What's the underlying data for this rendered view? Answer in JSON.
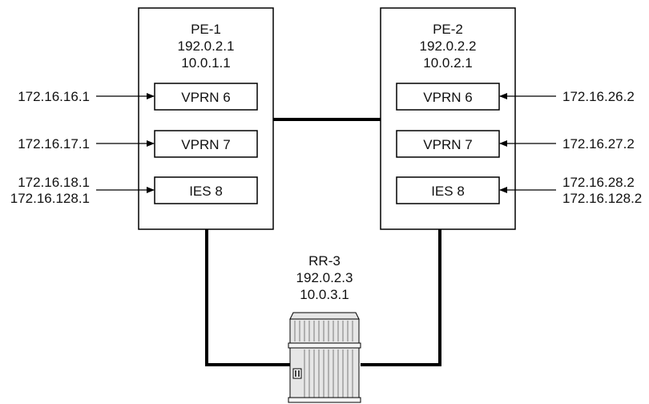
{
  "pe1": {
    "name": "PE-1",
    "system_ip": "192.0.2.1",
    "interface_ip": "10.0.1.1",
    "services": [
      {
        "label": "VPRN 6",
        "addresses": [
          "172.16.16.1"
        ]
      },
      {
        "label": "VPRN 7",
        "addresses": [
          "172.16.17.1"
        ]
      },
      {
        "label": "IES 8",
        "addresses": [
          "172.16.18.1",
          "172.16.128.1"
        ]
      }
    ]
  },
  "pe2": {
    "name": "PE-2",
    "system_ip": "192.0.2.2",
    "interface_ip": "10.0.2.1",
    "services": [
      {
        "label": "VPRN 6",
        "addresses": [
          "172.16.26.2"
        ]
      },
      {
        "label": "VPRN 7",
        "addresses": [
          "172.16.27.2"
        ]
      },
      {
        "label": "IES 8",
        "addresses": [
          "172.16.28.2",
          "172.16.128.2"
        ]
      }
    ]
  },
  "rr3": {
    "name": "RR-3",
    "system_ip": "192.0.2.3",
    "interface_ip": "10.0.3.1",
    "icon": "router-icon"
  },
  "colors": {
    "line": "#000000",
    "box_fill": "#ffffff",
    "router_body": "#e6e6e6",
    "router_stripe": "#7a7a7a"
  }
}
